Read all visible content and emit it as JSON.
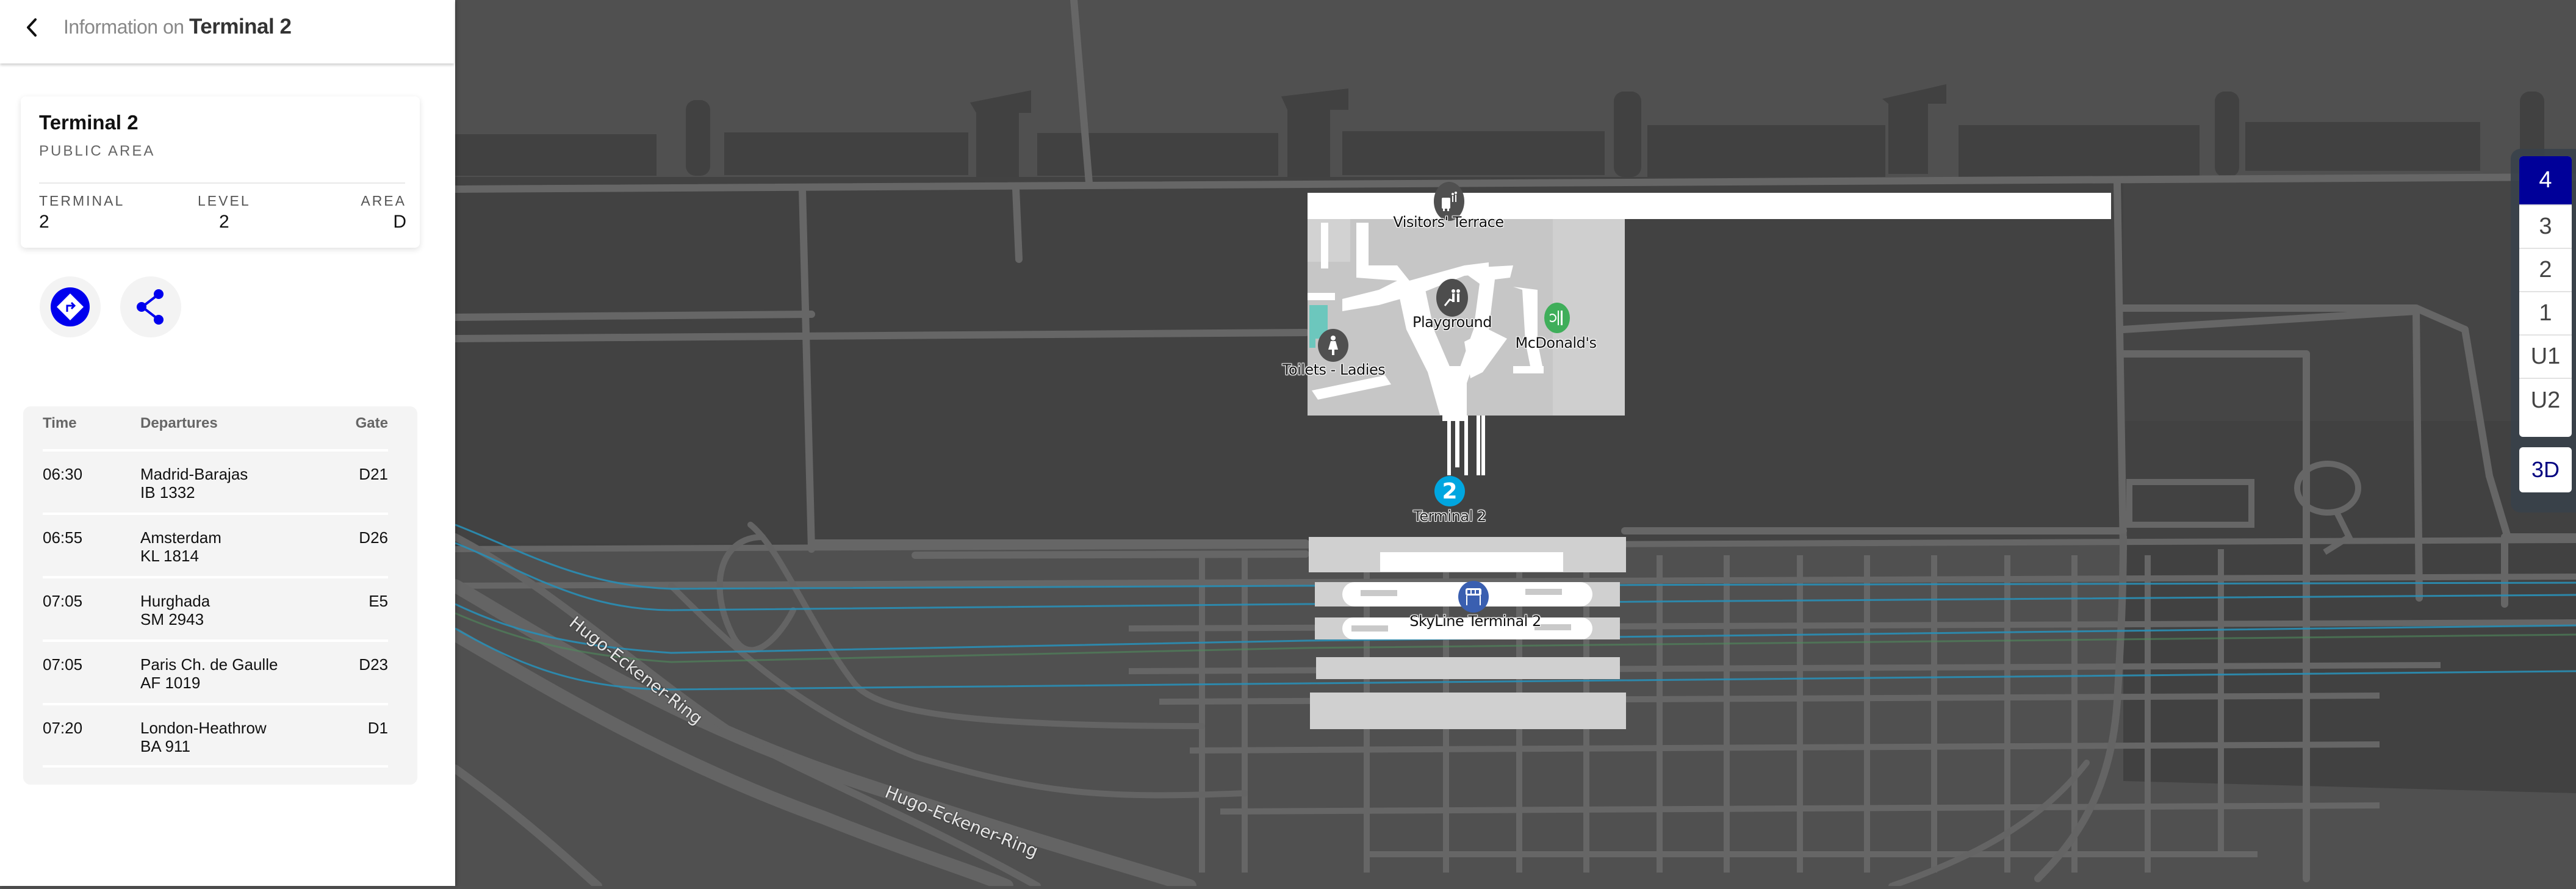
{
  "header": {
    "prefix": "Information on",
    "title": "Terminal 2",
    "back_icon": "chevron-left-icon"
  },
  "info_card": {
    "title": "Terminal 2",
    "subtitle": "PUBLIC AREA",
    "fields": [
      {
        "label": "TERMINAL",
        "value": "2"
      },
      {
        "label": "LEVEL",
        "value": "2"
      },
      {
        "label": "AREA",
        "value": "D"
      }
    ]
  },
  "actions": [
    {
      "name": "directions",
      "icon": "directions-icon",
      "color": "#0000ee"
    },
    {
      "name": "share",
      "icon": "share-icon",
      "color": "#0000ee"
    }
  ],
  "departures": {
    "columns": [
      "Time",
      "Departures",
      "Gate"
    ],
    "rows": [
      {
        "time": "06:30",
        "destination": "Madrid-Barajas",
        "flight": "IB 1332",
        "gate": "D21"
      },
      {
        "time": "06:55",
        "destination": "Amsterdam",
        "flight": "KL 1814",
        "gate": "D26"
      },
      {
        "time": "07:05",
        "destination": "Hurghada",
        "flight": "SM 2943",
        "gate": "E5"
      },
      {
        "time": "07:05",
        "destination": "Paris Ch. de Gaulle",
        "flight": "AF 1019",
        "gate": "D23"
      },
      {
        "time": "07:20",
        "destination": "London-Heathrow",
        "flight": "BA 911",
        "gate": "D1"
      }
    ]
  },
  "map": {
    "labels": {
      "visitors_terrace": "Visitors' Terrace",
      "playground": "Playground",
      "mcdonalds": "McDonald's",
      "toilets_ladies": "Toilets - Ladies",
      "terminal_2": "Terminal 2",
      "terminal_badge": "2",
      "skyline": "SkyLine Terminal 2",
      "road_1": "Hugo-Eckener-Ring",
      "road_2": "Hugo-Eckener-Ring"
    },
    "colors": {
      "background": "#505050",
      "apron": "#414141",
      "road": "#666666",
      "building": "#c6c6c6",
      "corridor": "#ffffff",
      "rail": "#2a8fb5",
      "terminal_badge": "#00a6e0",
      "restaurant_poi": "#3fae5a",
      "skyline_poi": "#3a5fb0",
      "toilets_area": "#6cc7bd"
    }
  },
  "floor_selector": {
    "floors": [
      "4",
      "3",
      "2",
      "1",
      "U1",
      "U2"
    ],
    "active": "4",
    "view_toggle": "3D",
    "active_color": "#000099"
  }
}
